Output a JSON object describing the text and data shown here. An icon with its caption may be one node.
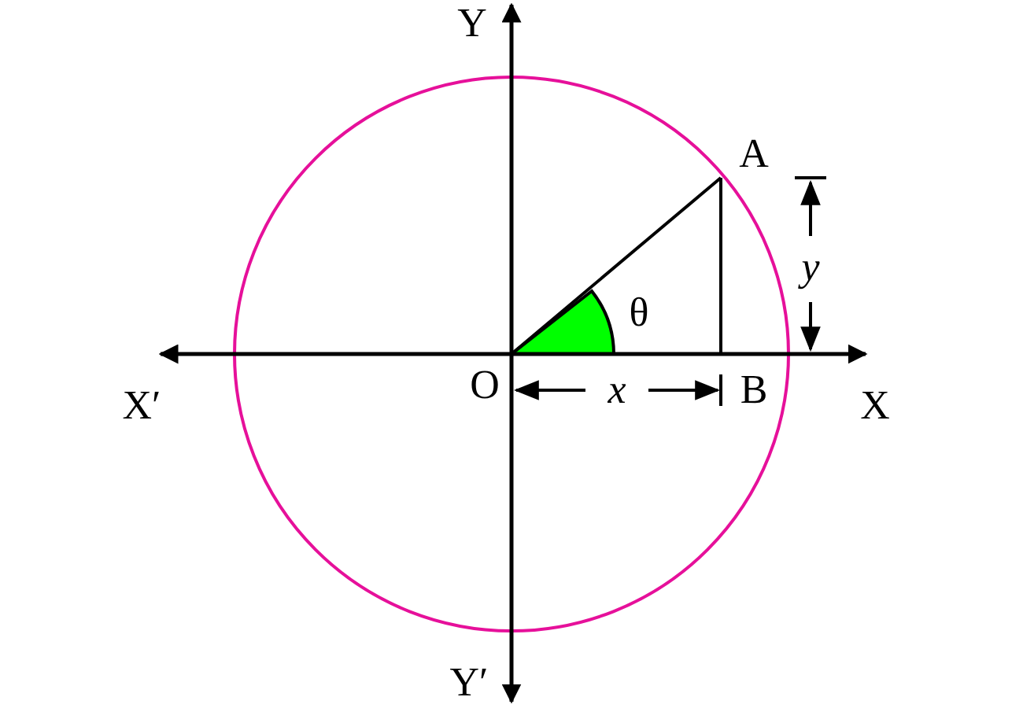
{
  "diagram": {
    "labels": [
      "Y",
      "A",
      "θ",
      "y",
      "X′",
      "O",
      "x",
      "B",
      "X",
      "Y′"
    ]
  }
}
